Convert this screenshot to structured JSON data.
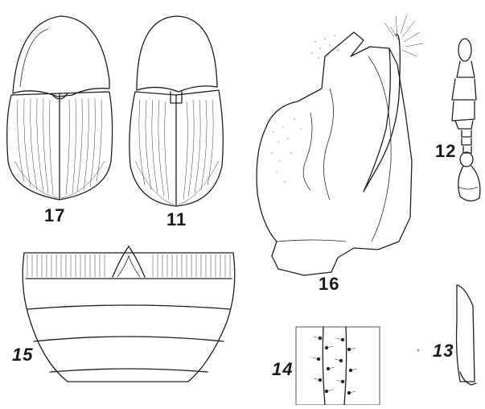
{
  "plate": {
    "figures": [
      {
        "id": "fig-17",
        "label": "17",
        "subject": "beetle dorsal habitus"
      },
      {
        "id": "fig-11",
        "label": "11",
        "subject": "beetle dorsal habitus"
      },
      {
        "id": "fig-16",
        "label": "16",
        "subject": "genitalia lateral view"
      },
      {
        "id": "fig-12",
        "label": "12",
        "subject": "antenna"
      },
      {
        "id": "fig-15",
        "label": "15",
        "subject": "abdomen ventral view"
      },
      {
        "id": "fig-14",
        "label": "14",
        "subject": "setae detail"
      },
      {
        "id": "fig-13",
        "label": "13",
        "subject": "segment outline"
      }
    ]
  }
}
